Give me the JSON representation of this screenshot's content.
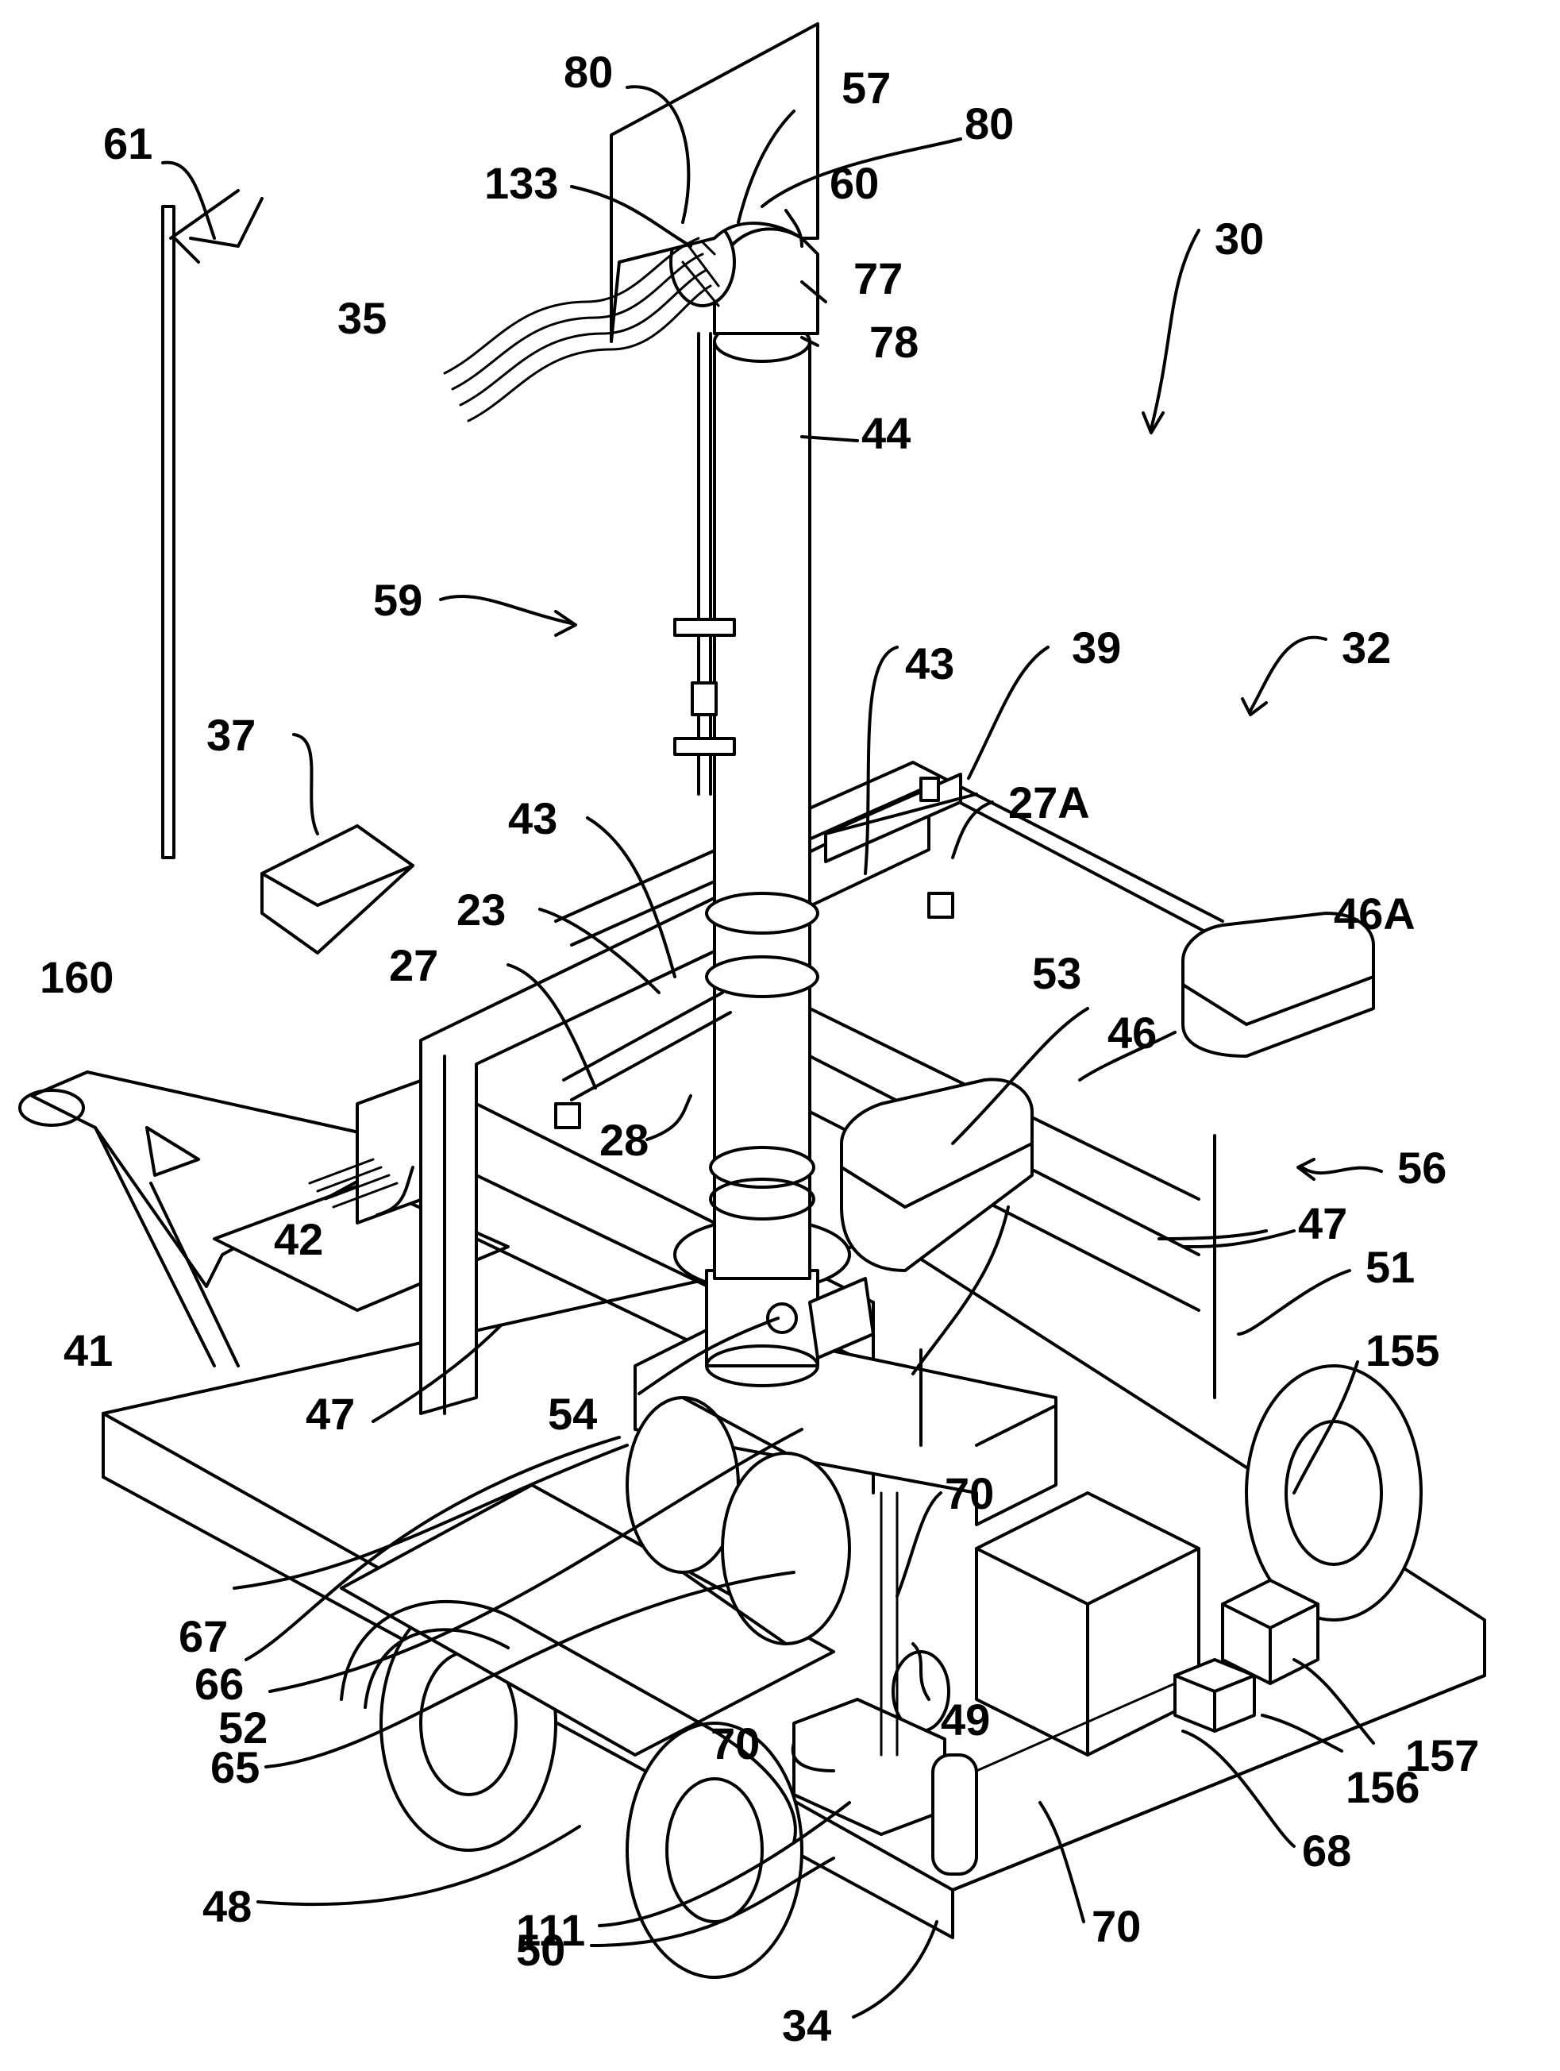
{
  "diagram": {
    "reference_numerals": [
      {
        "id": "n80a",
        "text": "80"
      },
      {
        "id": "n57",
        "text": "57"
      },
      {
        "id": "n80b",
        "text": "80"
      },
      {
        "id": "n61",
        "text": "61"
      },
      {
        "id": "n133",
        "text": "133"
      },
      {
        "id": "n60",
        "text": "60"
      },
      {
        "id": "n30",
        "text": "30"
      },
      {
        "id": "n77",
        "text": "77"
      },
      {
        "id": "n35",
        "text": "35"
      },
      {
        "id": "n78",
        "text": "78"
      },
      {
        "id": "n44",
        "text": "44"
      },
      {
        "id": "n59",
        "text": "59"
      },
      {
        "id": "n32",
        "text": "32"
      },
      {
        "id": "n43a",
        "text": "43"
      },
      {
        "id": "n39",
        "text": "39"
      },
      {
        "id": "n37",
        "text": "37"
      },
      {
        "id": "n27A",
        "text": "27A"
      },
      {
        "id": "n43b",
        "text": "43"
      },
      {
        "id": "n23",
        "text": "23"
      },
      {
        "id": "n46A",
        "text": "46A"
      },
      {
        "id": "n27",
        "text": "27"
      },
      {
        "id": "n53",
        "text": "53"
      },
      {
        "id": "n160",
        "text": "160"
      },
      {
        "id": "n46",
        "text": "46"
      },
      {
        "id": "n28",
        "text": "28"
      },
      {
        "id": "n56",
        "text": "56"
      },
      {
        "id": "n47a",
        "text": "47"
      },
      {
        "id": "n42",
        "text": "42"
      },
      {
        "id": "n51",
        "text": "51"
      },
      {
        "id": "n41",
        "text": "41"
      },
      {
        "id": "n155",
        "text": "155"
      },
      {
        "id": "n47b",
        "text": "47"
      },
      {
        "id": "n54",
        "text": "54"
      },
      {
        "id": "n70a",
        "text": "70"
      },
      {
        "id": "n67",
        "text": "67"
      },
      {
        "id": "n66",
        "text": "66"
      },
      {
        "id": "n52",
        "text": "52"
      },
      {
        "id": "n157",
        "text": "157"
      },
      {
        "id": "n65",
        "text": "65"
      },
      {
        "id": "n70b",
        "text": "70"
      },
      {
        "id": "n49",
        "text": "49"
      },
      {
        "id": "n156",
        "text": "156"
      },
      {
        "id": "n48",
        "text": "48"
      },
      {
        "id": "n68",
        "text": "68"
      },
      {
        "id": "n111",
        "text": "111"
      },
      {
        "id": "n70c",
        "text": "70"
      },
      {
        "id": "n50",
        "text": "50"
      },
      {
        "id": "n34",
        "text": "34"
      }
    ]
  }
}
